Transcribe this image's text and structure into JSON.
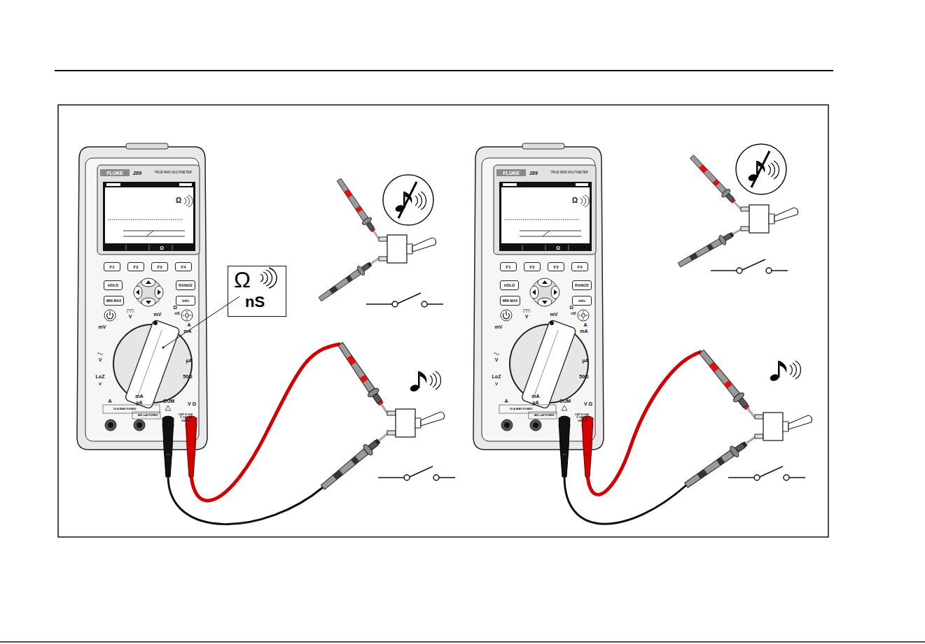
{
  "diagram": {
    "nodes": [
      {
        "text": [
          "F1"
        ]
      },
      {
        "text": [
          "F2"
        ]
      },
      {
        "text": [
          "F3"
        ]
      },
      {
        "text": [
          "F4"
        ]
      },
      {
        "text": [
          "HOLD"
        ]
      },
      {
        "text": [
          "RANGE"
        ]
      },
      {
        "text": [
          "MIN MAX"
        ]
      },
      {
        "text": [
          "info"
        ]
      },
      {
        "text": [
          "Ω",
          "nS"
        ]
      },
      {
        "text": [
          "F1"
        ]
      },
      {
        "text": [
          "F2"
        ]
      },
      {
        "text": [
          "F3"
        ]
      },
      {
        "text": [
          "F4"
        ]
      },
      {
        "text": [
          "HOLD"
        ]
      },
      {
        "text": [
          "RANGE"
        ]
      },
      {
        "text": [
          "MIN MAX"
        ]
      },
      {
        "text": [
          "info"
        ]
      }
    ],
    "labels": [
      "FLUKE",
      "289",
      "TRUE RMS MULTIMETER",
      "Ω",
      "Ω",
      "V",
      "mV",
      "Ω",
      "nS",
      "A",
      "mA",
      "µA",
      "50Ω",
      "mV",
      "V",
      "LoZ",
      "V",
      "A",
      "mA",
      "µA",
      "COM",
      "V Ω",
      "10 A MAX FUSED",
      "400 mA FUSED",
      "CAT IV 600 V CAT III 1000 V",
      "FLUKE",
      "289",
      "TRUE RMS MULTIMETER",
      "Ω",
      "Ω",
      "V",
      "mV",
      "Ω",
      "nS",
      "A",
      "mA",
      "µA",
      "50Ω",
      "mV",
      "V",
      "LoZ",
      "V",
      "A",
      "mA",
      "µA",
      "COM",
      "V Ω",
      "10 A MAX FUSED",
      "400 mA FUSED",
      "CAT IV 600 V CAT III 1000 V"
    ]
  }
}
